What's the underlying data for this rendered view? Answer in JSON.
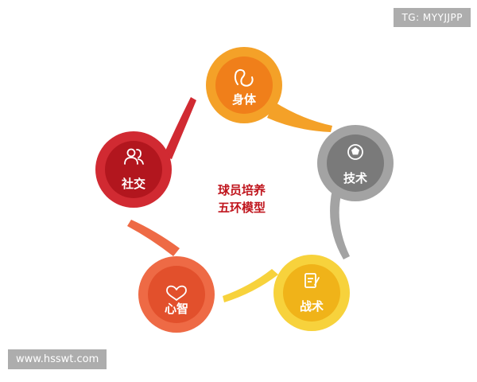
{
  "center": {
    "line1": "球员培养",
    "line2": "五环模型"
  },
  "nodes": [
    {
      "id": "body",
      "label": "身体",
      "icon": "flexed-arm-icon",
      "color": "#f4a128",
      "inner": "#f07f1a"
    },
    {
      "id": "skill",
      "label": "技术",
      "icon": "soccer-ball-icon",
      "color": "#a3a3a3",
      "inner": "#7a7a7a"
    },
    {
      "id": "tactics",
      "label": "战术",
      "icon": "clipboard-pen-icon",
      "color": "#f7d23c",
      "inner": "#f0b319"
    },
    {
      "id": "mind",
      "label": "心智",
      "icon": "heart-icon",
      "color": "#ee6a45",
      "inner": "#e2502c"
    },
    {
      "id": "social",
      "label": "社交",
      "icon": "people-icon",
      "color": "#d12a32",
      "inner": "#b2161e"
    }
  ],
  "watermarks": {
    "top": "TG: MYYJJPP",
    "bottom": "www.hsswt.com"
  }
}
